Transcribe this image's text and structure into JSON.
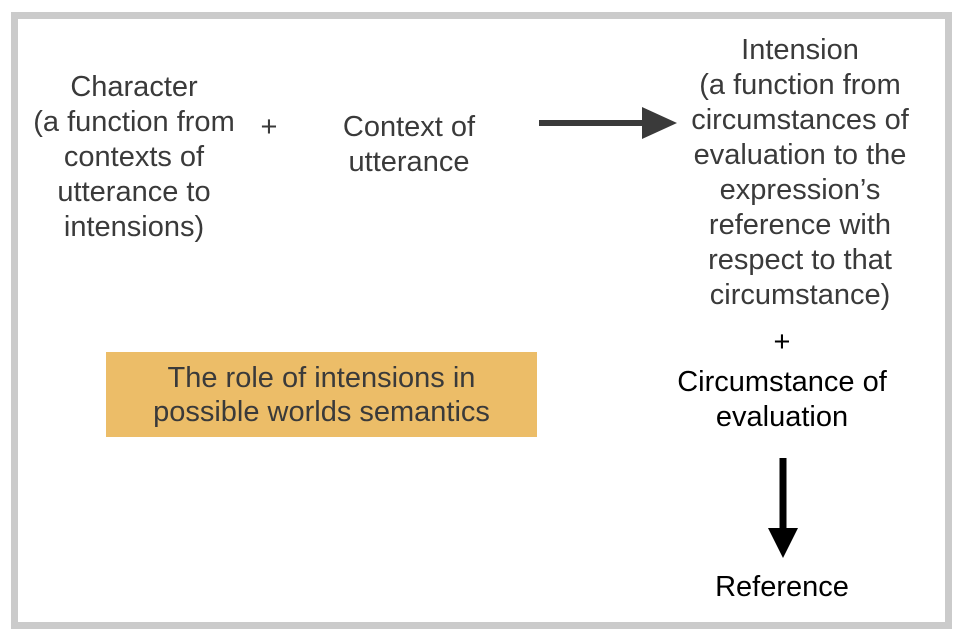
{
  "figure": {
    "border_color": "#cbcbcb",
    "background_color": "#ffffff",
    "caption_box_color": "#ecbd68",
    "text_color_top": "#3a3a3a",
    "text_color_bottom": "#000000"
  },
  "diagram": {
    "character_label": "Character\n(a function from\ncontexts of\nutterance to\nintensions)",
    "plus_top": "+",
    "context_label": "Context of\nutterance",
    "intension_label": "Intension\n(a function from\ncircumstances of\nevaluation to the\nexpression’s\nreference with\nrespect to that\ncircumstance)",
    "plus_right": "+",
    "circumstance_label": "Circumstance of\nevaluation",
    "reference_label": "Reference",
    "caption": "The role of intensions in\npossible worlds semantics"
  },
  "icons": {
    "right_arrow": "right-arrow",
    "down_arrow": "down-arrow"
  }
}
